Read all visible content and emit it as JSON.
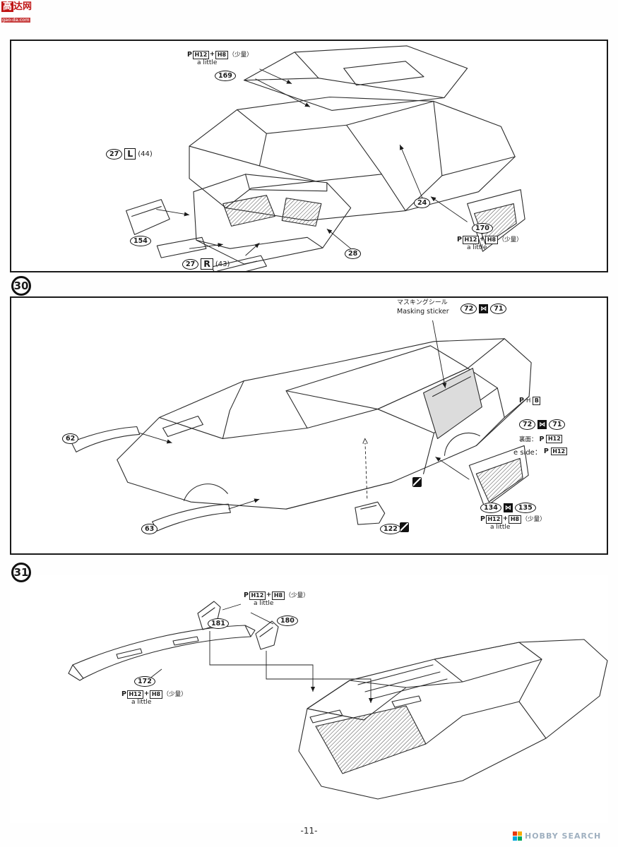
{
  "watermark": {
    "char1": "高",
    "rest": "达网",
    "domain": "gao-da.com"
  },
  "page_number": "-11-",
  "brand": "HOBBY SEARCH",
  "brand_colors": [
    "#e8380d",
    "#f6ab00",
    "#00a7db",
    "#00a95f"
  ],
  "steps": {
    "s30": "30",
    "s31": "31"
  },
  "masking": {
    "jp": "マスキングシール",
    "en": "Masking sticker"
  },
  "paint": {
    "p": "P",
    "h12": "H12",
    "h8": "H8",
    "plus": "+",
    "amount_jp": "（少量）",
    "amount_en": "a little",
    "h": "H",
    "b": "B",
    "back_jp": "裏面：",
    "back_en": "e side："
  },
  "icons": {
    "pair": "⋈"
  },
  "parts": {
    "p169": "169",
    "p154": "154",
    "p170": "170",
    "p27": "27",
    "pL": "L",
    "pR": "R",
    "p44": "(44)",
    "p43": "(43)",
    "p28": "28",
    "p24": "24",
    "p62": "62",
    "p63": "63",
    "p71": "71",
    "p72": "72",
    "p122": "122",
    "p134": "134",
    "p135": "135",
    "p180": "180",
    "p181": "181",
    "p172": "172"
  }
}
